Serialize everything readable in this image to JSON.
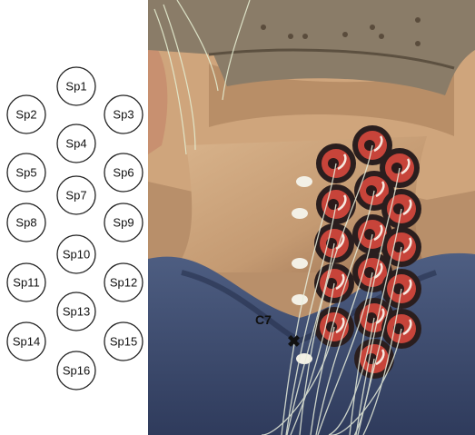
{
  "electrode_map": {
    "electrodes": [
      "Sp1",
      "Sp2",
      "Sp3",
      "Sp4",
      "Sp5",
      "Sp6",
      "Sp7",
      "Sp8",
      "Sp9",
      "Sp10",
      "Sp11",
      "Sp12",
      "Sp13",
      "Sp14",
      "Sp15",
      "Sp16"
    ]
  },
  "photo": {
    "landmark_label": "C7",
    "marker_glyph": "✖",
    "colors": {
      "cap": "#8a7c68",
      "skin": "#c49a72",
      "shirt": "#3f4f73",
      "electrode_red": "#c7443a",
      "electrode_dark": "#2a1e1e"
    }
  }
}
